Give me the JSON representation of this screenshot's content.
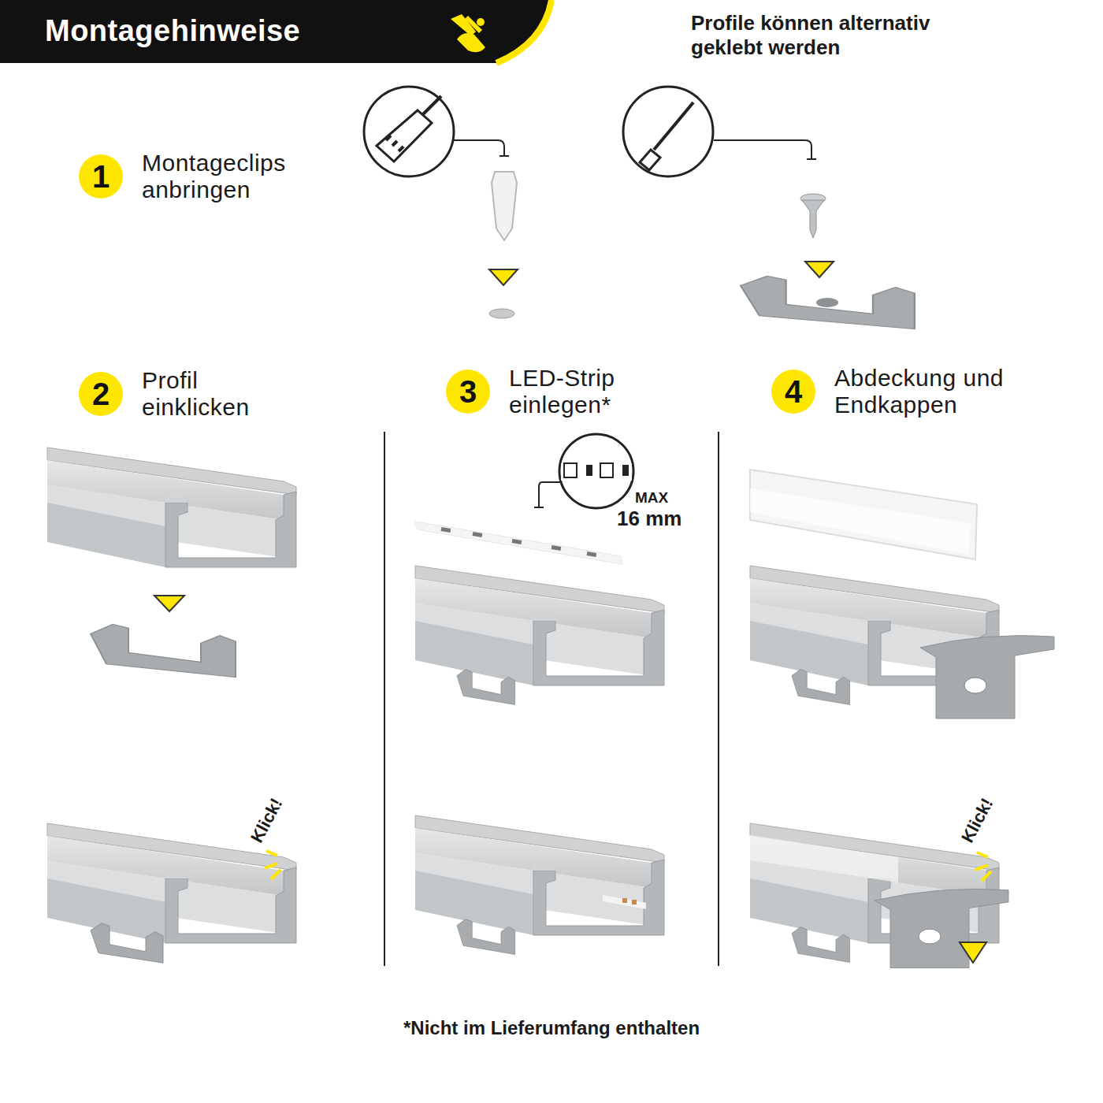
{
  "diagram": {
    "title": "Montagehinweise",
    "caption": "*Nicht im Lieferumfang enthalten",
    "nodes": [
      {
        "text": [
          "1",
          "Montageclips anbringen"
        ]
      },
      {
        "text": [
          "2",
          "Profil einklicken"
        ]
      },
      {
        "text": [
          "3",
          "LED-Strip einlegen*"
        ]
      },
      {
        "text": [
          "4",
          "Abdeckung und Endkappen"
        ]
      }
    ],
    "labels": [
      "Profile können alternativ geklebt werden",
      "MAX",
      "16 mm",
      "Klick!",
      "Klick!"
    ]
  }
}
